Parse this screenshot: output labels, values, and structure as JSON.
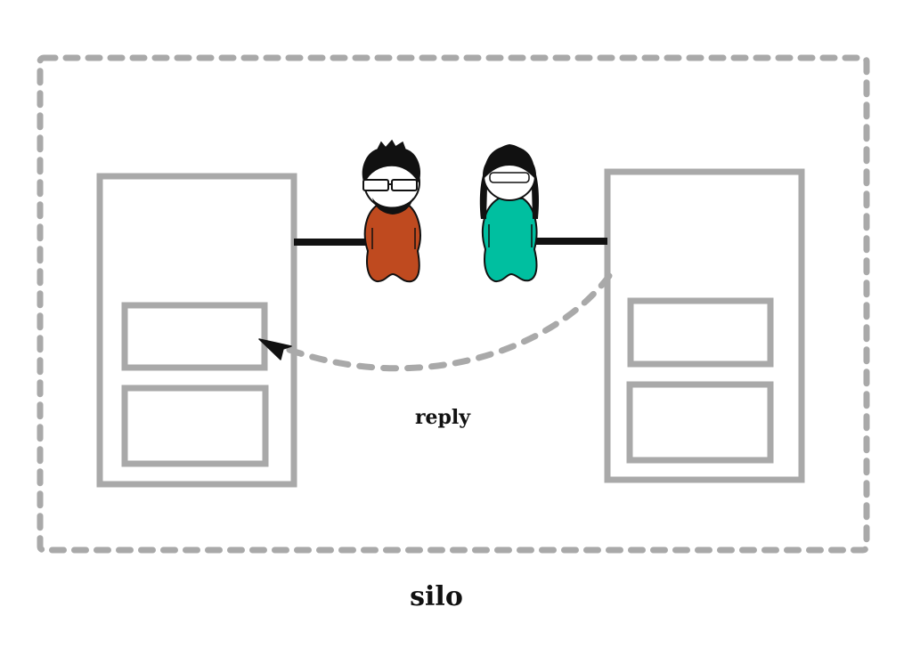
{
  "diagram": {
    "container_label": "silo",
    "arrow_label": "reply",
    "colors": {
      "outline": "#a9a9a9",
      "connector": "#111111",
      "person_left_body": "#bf4a1f",
      "person_right_body": "#00bfa0",
      "text": "#111111"
    },
    "nodes": [
      {
        "id": "left-box",
        "type": "container"
      },
      {
        "id": "left-box-slot-1",
        "type": "slot"
      },
      {
        "id": "left-box-slot-2",
        "type": "slot"
      },
      {
        "id": "right-box",
        "type": "container"
      },
      {
        "id": "right-box-slot-1",
        "type": "slot"
      },
      {
        "id": "right-box-slot-2",
        "type": "slot"
      },
      {
        "id": "person-left",
        "type": "actor",
        "icon": "person-glasses-beard-icon"
      },
      {
        "id": "person-right",
        "type": "actor",
        "icon": "person-long-hair-icon"
      }
    ],
    "edges": [
      {
        "from": "left-box",
        "to": "person-left",
        "style": "solid"
      },
      {
        "from": "person-right",
        "to": "right-box",
        "style": "solid"
      },
      {
        "from": "right-box",
        "to": "left-box-slot-1",
        "style": "dashed",
        "label": "reply"
      }
    ]
  }
}
